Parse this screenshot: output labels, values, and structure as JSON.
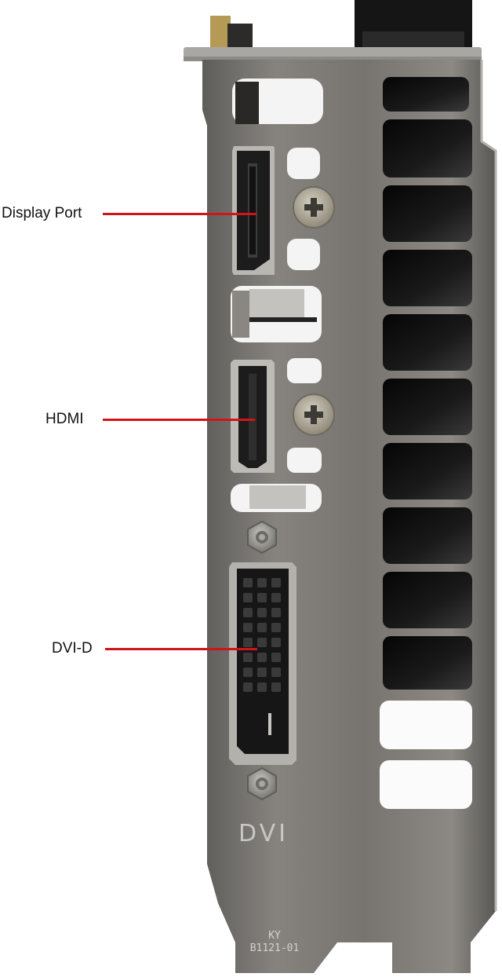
{
  "callouts": [
    {
      "id": "displayport",
      "label": "Display Port"
    },
    {
      "id": "hdmi",
      "label": "HDMI"
    },
    {
      "id": "dvi",
      "label": "DVI-D"
    }
  ],
  "bracket": {
    "engraving": "DVI",
    "part_code_line1": "KY",
    "part_code_line2": "B1121-01"
  },
  "colors": {
    "callout_line": "#d0141a",
    "label_text": "#111111",
    "bracket_metal": "#7c7a77",
    "vent_dark": "#0d0d0d",
    "connector_black": "#1c1c1c"
  }
}
